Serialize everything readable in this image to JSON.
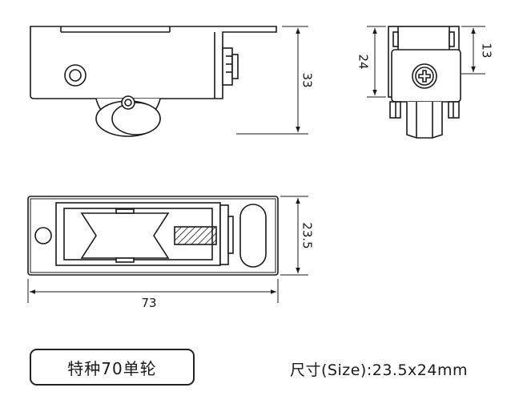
{
  "side_view": {
    "dimension_label": "33"
  },
  "front_view": {
    "height_label": "24",
    "offset_label": "13"
  },
  "top_view": {
    "width_label": "23.5",
    "length_label": "73"
  },
  "product": {
    "name": "特种70单轮",
    "size_caption": "尺寸(Size):23.5x24mm"
  },
  "colors": {
    "line": "#1a1a1a",
    "fill_shade": "#d9d9d9",
    "background": "#ffffff"
  }
}
